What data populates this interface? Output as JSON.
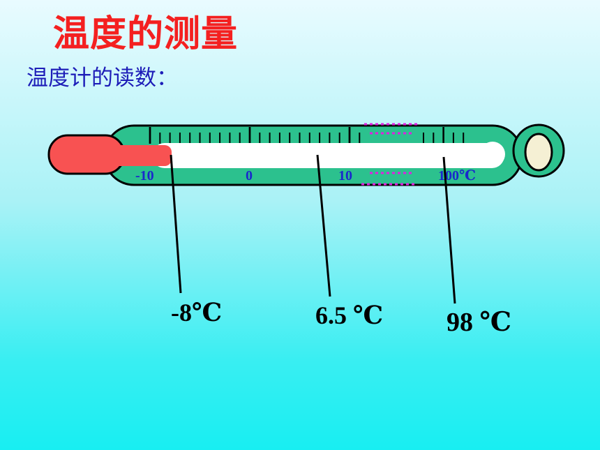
{
  "title": "温度的测量",
  "subtitle": "温度计的读数：",
  "thermometer": {
    "scale_labels": [
      "-10",
      "0",
      "10",
      "100℃"
    ],
    "readings": [
      "-8℃",
      "6.5 ℃",
      "98 ℃"
    ]
  },
  "colors": {
    "title": "#f42020",
    "subtitle": "#1d1db8",
    "tube": "#2cc18e",
    "bulb": "#f85252",
    "scale_labels": "#1a28cc",
    "break_marks": "#e020e0"
  }
}
